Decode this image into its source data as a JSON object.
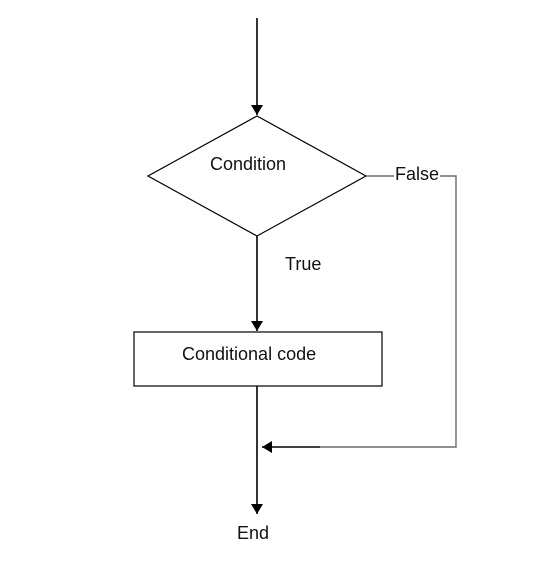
{
  "diagram": {
    "condition_label": "Condition",
    "false_label": "False",
    "true_label": "True",
    "process_label": "Conditional code",
    "end_label": "End"
  },
  "colors": {
    "stroke": "#000000",
    "false_branch_stroke": "#6b6b6b",
    "text": "#111111",
    "background": "#ffffff"
  }
}
